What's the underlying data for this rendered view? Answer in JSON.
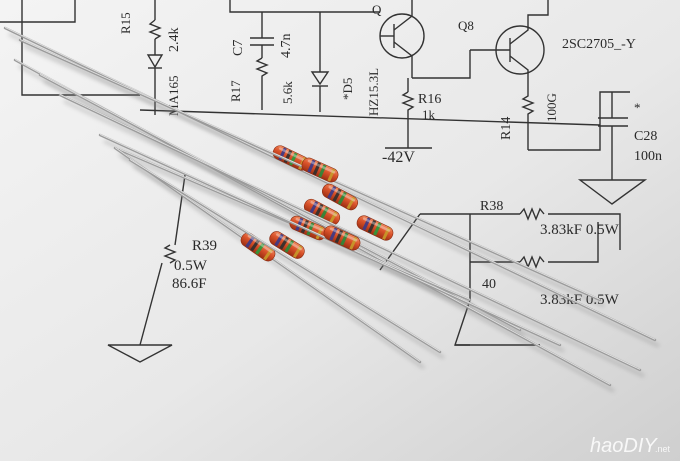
{
  "schematic": {
    "labels": {
      "r15": "R15",
      "r15_value": "2.4k",
      "d_ma165": "MA165",
      "c7": "C7",
      "c7_value": "4.7n",
      "r17": "R17",
      "r17_value": "5.6k",
      "d5": "*D5",
      "d5_part": "HZ15.3L",
      "q7": "Q",
      "q8": "Q8",
      "q8_part": "2SC2705_-Y",
      "r16": "R16",
      "r16_value": "1k",
      "r14": "R14",
      "r14_value": "100G",
      "c28": "C28",
      "c28_mark": "*",
      "c28_value": "100n",
      "rail": "-42V",
      "r38": "R38",
      "r38_value": "3.83kF 0.5W",
      "r40": "40",
      "r40_value": "3.83kF 0.5W",
      "r39": "R39",
      "r39_power": "0.5W",
      "r39_value": "86.6F"
    }
  },
  "resistor_count": 9,
  "watermark": {
    "text": "haoDIY",
    "suffix": ".net"
  }
}
